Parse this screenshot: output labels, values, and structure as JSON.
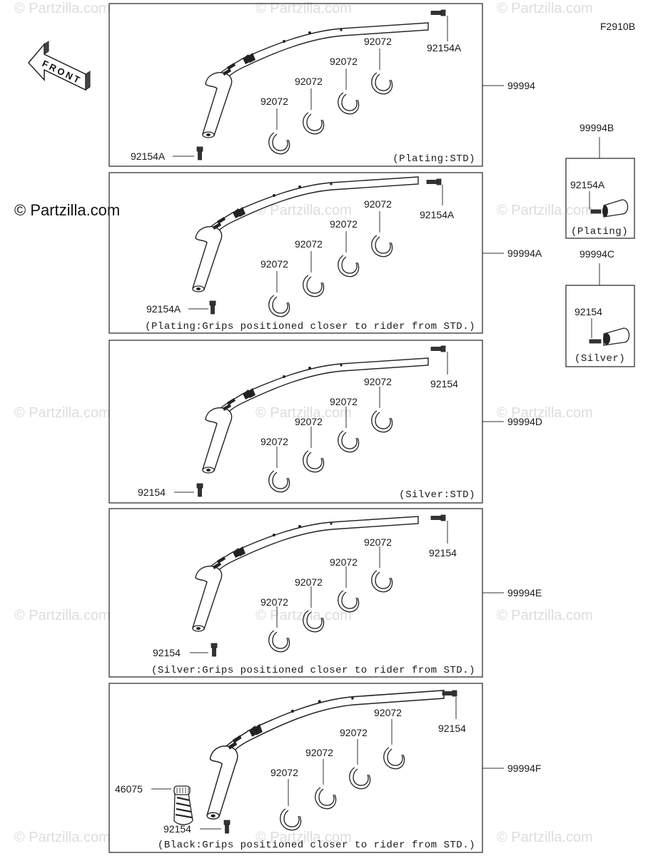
{
  "watermarks": {
    "text": "© Partzilla.com",
    "brand": "© Partzilla.com"
  },
  "figure_code": "F2910B",
  "front_arrow": {
    "label": "FRONT"
  },
  "panels": [
    {
      "assembly": "99994",
      "note": "(Plating:STD)",
      "clamps": [
        "92072",
        "92072",
        "92072",
        "92072"
      ],
      "bolt_top": "92154A",
      "bolt_bottom": "92154A"
    },
    {
      "assembly": "99994A",
      "note": "(Plating:Grips positioned closer to rider from STD.)",
      "clamps": [
        "92072",
        "92072",
        "92072",
        "92072"
      ],
      "bolt_top": "92154A",
      "bolt_bottom": "92154A"
    },
    {
      "assembly": "99994D",
      "note": "(Silver:STD)",
      "clamps": [
        "92072",
        "92072",
        "92072",
        "92072"
      ],
      "bolt_top": "92154",
      "bolt_bottom": "92154"
    },
    {
      "assembly": "99994E",
      "note": "(Silver:Grips positioned closer to rider from STD.)",
      "clamps": [
        "92072",
        "92072",
        "92072",
        "92072"
      ],
      "bolt_top": "92154",
      "bolt_bottom": "92154"
    },
    {
      "assembly": "99994F",
      "note": "(Black:Grips positioned closer to rider from STD.)",
      "clamps": [
        "92072",
        "92072",
        "92072",
        "92072"
      ],
      "bolt_top": "92154",
      "bolt_bottom": "92154",
      "grip": "46075"
    }
  ],
  "side_kits": [
    {
      "assembly": "99994B",
      "bolt": "92154A",
      "note": "(Plating)"
    },
    {
      "assembly": "99994C",
      "bolt": "92154",
      "note": "(Silver)"
    }
  ]
}
